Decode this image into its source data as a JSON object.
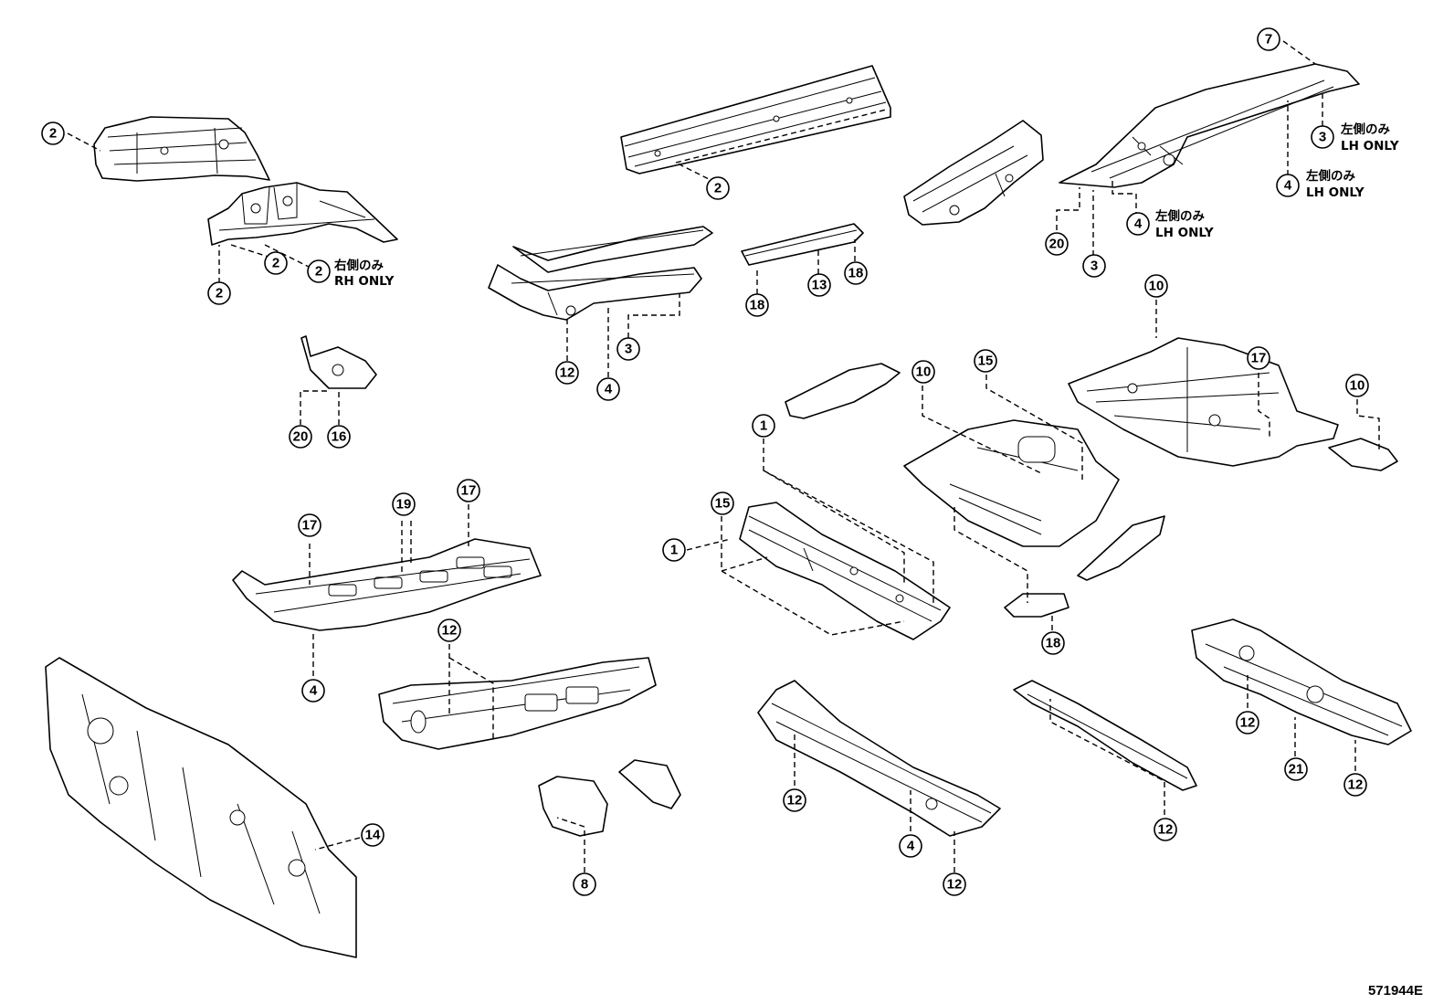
{
  "diagram_id": "571944E",
  "notes": {
    "rh_only_jp": "右側のみ",
    "rh_only_en": "RH  ONLY",
    "lh_only_jp": "左側のみ",
    "lh_only_en": "LH  ONLY"
  },
  "callouts": {
    "c2a": "2",
    "c2b": "2",
    "c2c": "2",
    "c2d": "2",
    "c2e": "2",
    "c7": "7",
    "c3a": "3",
    "c4a": "4",
    "c4b": "4",
    "c20a": "20",
    "c3b": "3",
    "c18a": "18",
    "c13": "13",
    "c18b": "18",
    "c12a": "12",
    "c4c": "4",
    "c3c": "3",
    "c20b": "20",
    "c16": "16",
    "c10a": "10",
    "c15a": "15",
    "c10b": "10",
    "c17a": "17",
    "c10c": "10",
    "c1a": "1",
    "c15b": "15",
    "c1b": "1",
    "c18c": "18",
    "c17b": "17",
    "c19": "19",
    "c17c": "17",
    "c4d": "4",
    "c12b": "12",
    "c14": "14",
    "c8": "8",
    "c12c": "12",
    "c4e": "4",
    "c12d": "12",
    "c12e": "12",
    "c12f": "12",
    "c21": "21",
    "c12g": "12"
  }
}
